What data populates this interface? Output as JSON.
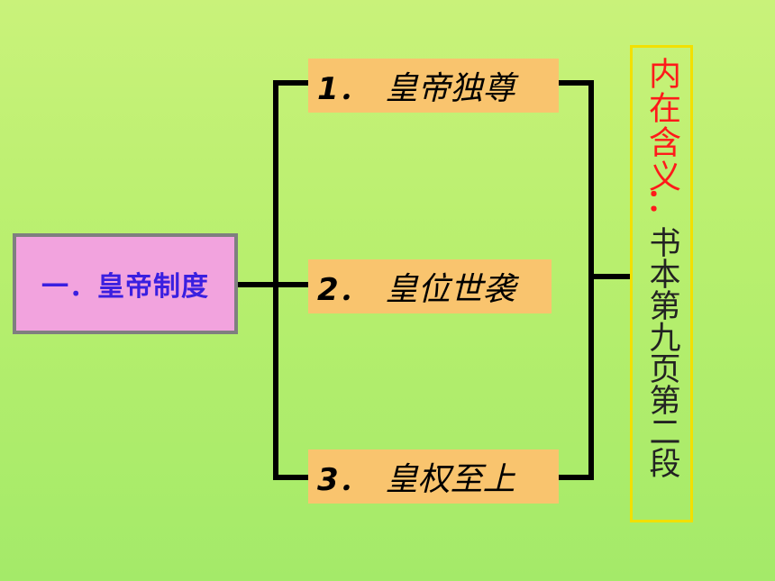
{
  "main": {
    "title": "一．皇帝制度"
  },
  "branches": [
    {
      "num": "1．",
      "text": "皇帝独尊"
    },
    {
      "num": "2．",
      "text": "皇位世袭"
    },
    {
      "num": "3．",
      "text": "皇权至上"
    }
  ],
  "note": {
    "label": "内在含义",
    "colon": "：",
    "reference": "书本第九页第二段"
  },
  "colors": {
    "background": "#b8ef6e",
    "main_box": "#f2a3de",
    "main_text": "#3a1fe0",
    "branch_box": "#f9c46e",
    "note_label": "#ff1a1a",
    "note_border": "#f2e000",
    "connector": "#000000"
  }
}
